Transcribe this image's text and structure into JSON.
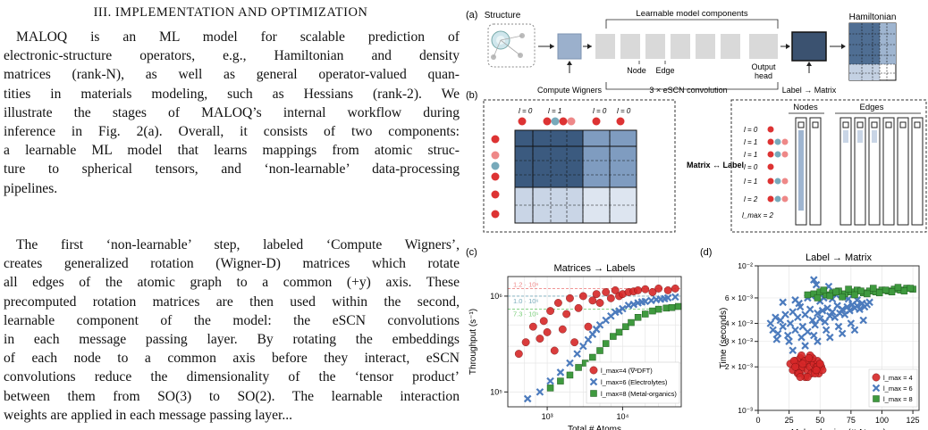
{
  "text": {
    "heading": "III. IMPLEMENTATION AND OPTIMIZATION",
    "p1": [
      "MALOQ is an ML model for scalable prediction of",
      "electronic-structure operators, e.g., Hamiltonian and density",
      "matrices (rank-N), as well as general operator-valued quan-",
      "tities in materials modeling, such as Hessians (rank-2). We",
      "illustrate the stages of MALOQ’s internal workflow during",
      "inference in Fig. 2(a). Overall, it consists of two components:",
      "a learnable ML model that learns mappings from atomic struc-",
      "ture to spherical tensors, and ‘non-learnable’ data-processing",
      "pipelines."
    ],
    "p2": [
      "The first ‘non-learnable’ step, labeled ‘Compute Wigners’,",
      "creates generalized rotation (Wigner-D) matrices which rotate",
      "all edges of the atomic graph to a common (+y) axis. These",
      "precomputed rotation matrices are then used within the second,",
      "learnable component of the model: the eSCN convolutions",
      "in each message passing layer. By rotating the embeddings",
      "of each node to a common axis before they interact, eSCN",
      "convolutions reduce the dimensionality of the ‘tensor product’",
      "between them from SO(3) to SO(2). The learnable interaction",
      "weights are applied in each message passing layer..."
    ]
  },
  "figure": {
    "panel_a": {
      "label": "(a)",
      "structure": "Structure",
      "learnable": "Learnable model components",
      "node": "Node",
      "edge": "Edge",
      "output_head_1": "Output",
      "output_head_2": "head",
      "hamiltonian": "Hamiltonian",
      "compute_wigners": "Compute Wigners",
      "escn": "3 × eSCN convolution",
      "label_matrix": "Label → Matrix"
    },
    "panel_b": {
      "label": "(b)",
      "l0a": "l = 0",
      "l1": "l = 1",
      "l0b": "l = 0",
      "l0c": "l = 0",
      "matrix_label": "Matrix ↔ Label",
      "nodes": "Nodes",
      "edges": "Edges",
      "rows": [
        "l = 0",
        "l = 1",
        "l = 1",
        "l = 0",
        "l = 1",
        "l = 2"
      ],
      "lmax": "l_max = 2"
    },
    "panel_c": {
      "label": "(c)"
    },
    "panel_d": {
      "label": "(d)"
    }
  },
  "colors": {
    "series1": "#d62728",
    "series2": "#4c7bbd",
    "series3": "#3f9a3f",
    "matrix_dark": "#3b5a7f",
    "matrix_mid": "#7f9cc0",
    "matrix_light": "#c9d5e6"
  },
  "chart_data": [
    {
      "type": "scatter",
      "title": "Matrices → Labels",
      "xlabel": "Total # Atoms",
      "ylabel": "Throughput (s⁻¹)",
      "xscale": "log",
      "yscale": "log",
      "xlim": [
        300,
        60000
      ],
      "ylim": [
        70000,
        1600000
      ],
      "xticks": [
        "10³",
        "10⁴"
      ],
      "yticks": [
        "10⁵",
        "10⁶"
      ],
      "grid": true,
      "legend_position": "bottom-right",
      "annotations": [
        "1.2 · 10⁶",
        "1.0 · 10⁶",
        "7.3 · 10⁵"
      ],
      "reference_lines": [
        1200000,
        1000000,
        730000
      ],
      "series": [
        {
          "name": "l_max=4 (∇²DFT)",
          "marker": "circle",
          "color": "#d62728",
          "x": [
            420,
            520,
            650,
            800,
            900,
            1000,
            1100,
            1250,
            1400,
            1600,
            1800,
            2000,
            2300,
            2600,
            3000,
            3500,
            4000,
            4500,
            5000,
            6000,
            7000,
            8000,
            9000,
            10000,
            12000,
            14000,
            16000,
            20000,
            25000,
            30000,
            40000,
            50000
          ],
          "y": [
            250000,
            330000,
            480000,
            360000,
            550000,
            420000,
            700000,
            270000,
            850000,
            450000,
            650000,
            950000,
            330000,
            750000,
            1000000,
            480000,
            900000,
            1050000,
            850000,
            1100000,
            950000,
            1150000,
            1000000,
            1050000,
            1100000,
            1120000,
            1150000,
            1180000,
            1100000,
            1200000,
            1150000,
            1200000
          ]
        },
        {
          "name": "l_max=6 (Electrolytes)",
          "marker": "x",
          "color": "#4c7bbd",
          "x": [
            550,
            800,
            1100,
            1500,
            2000,
            2500,
            3000,
            3500,
            4000,
            4500,
            5000,
            6000,
            7000,
            8000,
            9000,
            10000,
            12000,
            14000,
            16000,
            18000,
            20000,
            24000,
            28000,
            32000,
            36000,
            40000,
            50000
          ],
          "y": [
            85000,
            100000,
            130000,
            160000,
            200000,
            250000,
            300000,
            350000,
            400000,
            450000,
            500000,
            560000,
            620000,
            680000,
            700000,
            740000,
            800000,
            820000,
            850000,
            870000,
            880000,
            900000,
            920000,
            930000,
            940000,
            960000,
            980000
          ]
        },
        {
          "name": "l_max=8 (Metal-organics)",
          "marker": "square",
          "color": "#3f9a3f",
          "x": [
            1100,
            1500,
            2000,
            2600,
            3200,
            4000,
            5000,
            6000,
            7500,
            9000,
            11000,
            13000,
            16000,
            20000,
            25000,
            30000,
            38000,
            45000,
            55000
          ],
          "y": [
            110000,
            130000,
            150000,
            180000,
            200000,
            230000,
            270000,
            320000,
            380000,
            420000,
            480000,
            530000,
            600000,
            650000,
            700000,
            730000,
            750000,
            760000,
            780000
          ]
        }
      ]
    },
    {
      "type": "scatter",
      "title": "Label → Matrix",
      "xlabel": "Molecule size (# Atoms)",
      "ylabel": "Time (seconds)",
      "yscale": "log",
      "xlim": [
        0,
        130
      ],
      "ylim": [
        0.001,
        0.01
      ],
      "xticks": [
        "0",
        "25",
        "50",
        "75",
        "100",
        "125"
      ],
      "yticks": [
        "10⁻³",
        "2 × 10⁻³",
        "3 × 10⁻³",
        "4 × 10⁻³",
        "6 × 10⁻³",
        "10⁻²"
      ],
      "grid": true,
      "legend_position": "bottom-right",
      "series": [
        {
          "name": "l_max = 4",
          "marker": "circle",
          "color": "#d62728",
          "x": [
            26,
            28,
            30,
            31,
            32,
            33,
            34,
            35,
            36,
            37,
            38,
            39,
            40,
            41,
            42,
            43,
            44,
            45,
            46,
            47,
            48,
            49,
            50,
            51,
            52,
            29,
            35,
            40,
            44,
            48,
            33,
            38,
            42,
            46,
            30,
            36,
            41,
            47,
            50,
            34
          ],
          "y": [
            0.0021,
            0.0019,
            0.0022,
            0.002,
            0.0018,
            0.0021,
            0.0023,
            0.0019,
            0.002,
            0.0022,
            0.0017,
            0.0021,
            0.0019,
            0.0023,
            0.002,
            0.0018,
            0.0022,
            0.0021,
            0.0019,
            0.002,
            0.0022,
            0.0018,
            0.0021,
            0.002,
            0.0019,
            0.0022,
            0.0024,
            0.0017,
            0.0023,
            0.002,
            0.0018,
            0.0022,
            0.0024,
            0.0018,
            0.002,
            0.0021,
            0.0023,
            0.0019,
            0.0021,
            0.0017
          ]
        },
        {
          "name": "l_max = 6",
          "marker": "x",
          "color": "#4c7bbd",
          "x": [
            10,
            12,
            14,
            16,
            18,
            20,
            22,
            24,
            26,
            28,
            30,
            32,
            34,
            36,
            38,
            40,
            42,
            44,
            46,
            48,
            50,
            52,
            54,
            56,
            58,
            60,
            62,
            64,
            66,
            68,
            70,
            72,
            74,
            76,
            78,
            80,
            82,
            84,
            86,
            88,
            90,
            15,
            25,
            35,
            45,
            55,
            65,
            75,
            85,
            20,
            30,
            40,
            50,
            60,
            70,
            80,
            28,
            38,
            48,
            58,
            68,
            78,
            33,
            43,
            53,
            63,
            73,
            47,
            57,
            45
          ],
          "y": [
            0.004,
            0.0036,
            0.0044,
            0.0034,
            0.0042,
            0.0038,
            0.0046,
            0.0033,
            0.004,
            0.0048,
            0.0036,
            0.0044,
            0.0052,
            0.0038,
            0.0046,
            0.0035,
            0.005,
            0.0042,
            0.0039,
            0.0047,
            0.0043,
            0.0049,
            0.0041,
            0.0051,
            0.0045,
            0.0048,
            0.0044,
            0.0053,
            0.0047,
            0.005,
            0.0046,
            0.0052,
            0.0049,
            0.0054,
            0.0051,
            0.0053,
            0.005,
            0.0055,
            0.0052,
            0.0054,
            0.0056,
            0.0031,
            0.003,
            0.0032,
            0.0033,
            0.0036,
            0.0038,
            0.004,
            0.0042,
            0.0056,
            0.0058,
            0.006,
            0.0057,
            0.0059,
            0.0061,
            0.0058,
            0.0026,
            0.0028,
            0.003,
            0.0032,
            0.0034,
            0.0036,
            0.0055,
            0.0062,
            0.006,
            0.0063,
            0.0059,
            0.0074,
            0.0072,
            0.008
          ]
        },
        {
          "name": "l_max = 8",
          "marker": "square",
          "color": "#3f9a3f",
          "x": [
            40,
            45,
            50,
            55,
            60,
            65,
            70,
            75,
            80,
            85,
            90,
            95,
            100,
            105,
            110,
            115,
            120,
            125,
            48,
            58,
            68,
            78,
            88,
            98,
            108,
            118,
            53,
            63,
            73,
            83,
            93,
            103,
            113,
            123
          ],
          "y": [
            0.0063,
            0.0064,
            0.0066,
            0.0063,
            0.0065,
            0.0067,
            0.0064,
            0.0066,
            0.0068,
            0.0065,
            0.0067,
            0.0066,
            0.0068,
            0.0067,
            0.0069,
            0.0068,
            0.007,
            0.0069,
            0.006,
            0.0062,
            0.0061,
            0.0063,
            0.0064,
            0.0065,
            0.0066,
            0.0067,
            0.0068,
            0.0066,
            0.0069,
            0.0067,
            0.007,
            0.0068,
            0.0071,
            0.007
          ]
        }
      ]
    }
  ]
}
